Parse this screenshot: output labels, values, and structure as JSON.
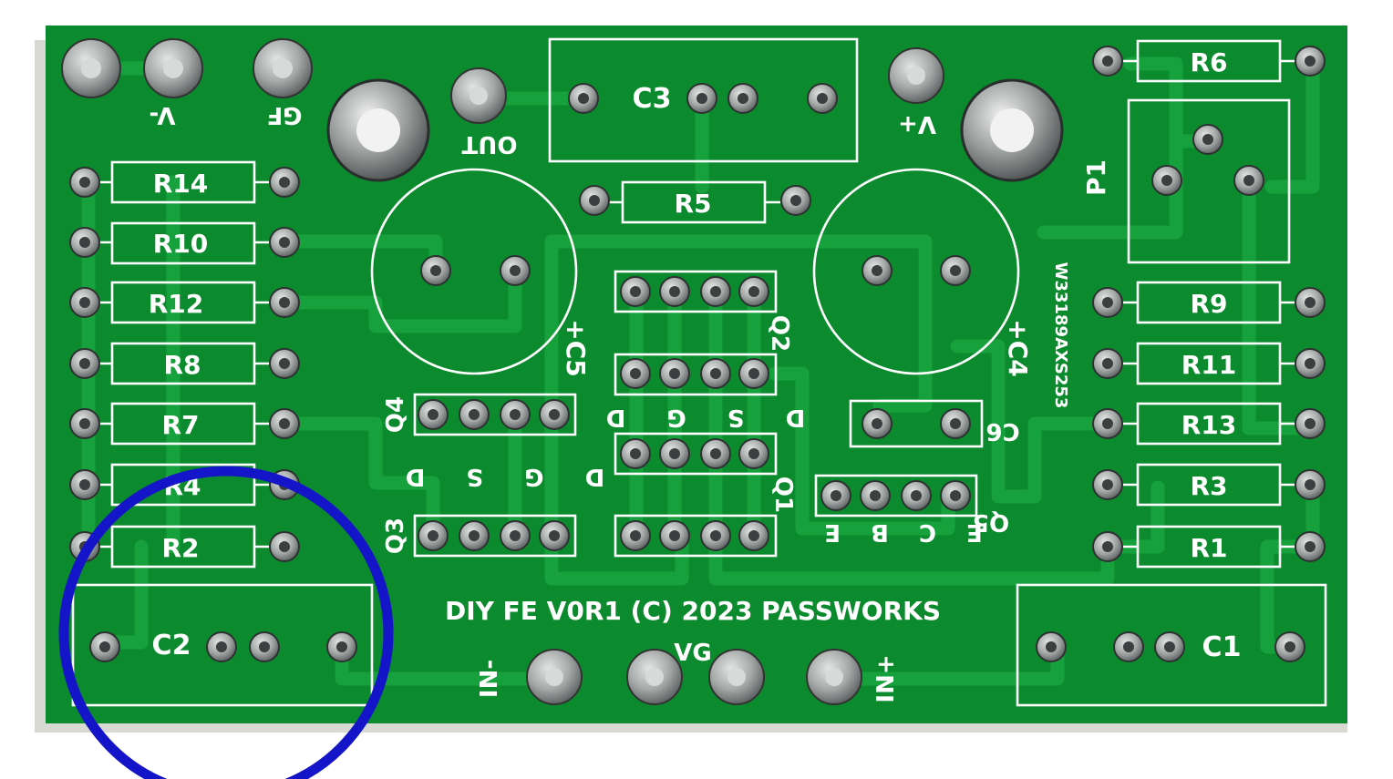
{
  "colors": {
    "board": "#0b8a2e",
    "trace": "#17a13c",
    "silkscreen": "#ffffff",
    "pad": "#aeb2b1",
    "annotation_circle": "#1414c8"
  },
  "board": {
    "designators": {
      "r14": "R14",
      "r10": "R10",
      "r12": "R12",
      "r8": "R8",
      "r7": "R7",
      "r4": "R4",
      "r2": "R2",
      "r6": "R6",
      "r9": "R9",
      "r11": "R11",
      "r13": "R13",
      "r3": "R3",
      "r1": "R1",
      "r5": "R5",
      "c1": "C1",
      "c2": "C2",
      "c3": "C3",
      "c4": "+C4",
      "c5": "+C5",
      "c6": "C6",
      "p1": "P1",
      "q1": "Q1",
      "q2": "Q2",
      "q3": "Q3",
      "q4": "Q4",
      "q5": "Q5"
    },
    "pins": {
      "q2_pins": "D S G D",
      "q4_pins": "D G S D",
      "q5_pins": "E C B E"
    },
    "pad_labels": {
      "v_minus": "V-",
      "gf": "GF",
      "out": "OUT",
      "v_plus": "V+",
      "in_minus": "IN-",
      "vg": "VG",
      "in_plus": "IN+"
    },
    "credit": "DIY FE V0R1 (C) 2023 PASSWORKS",
    "serial": "W33189AXS253"
  },
  "annotation": {
    "shape": "circle",
    "target": "C2"
  }
}
